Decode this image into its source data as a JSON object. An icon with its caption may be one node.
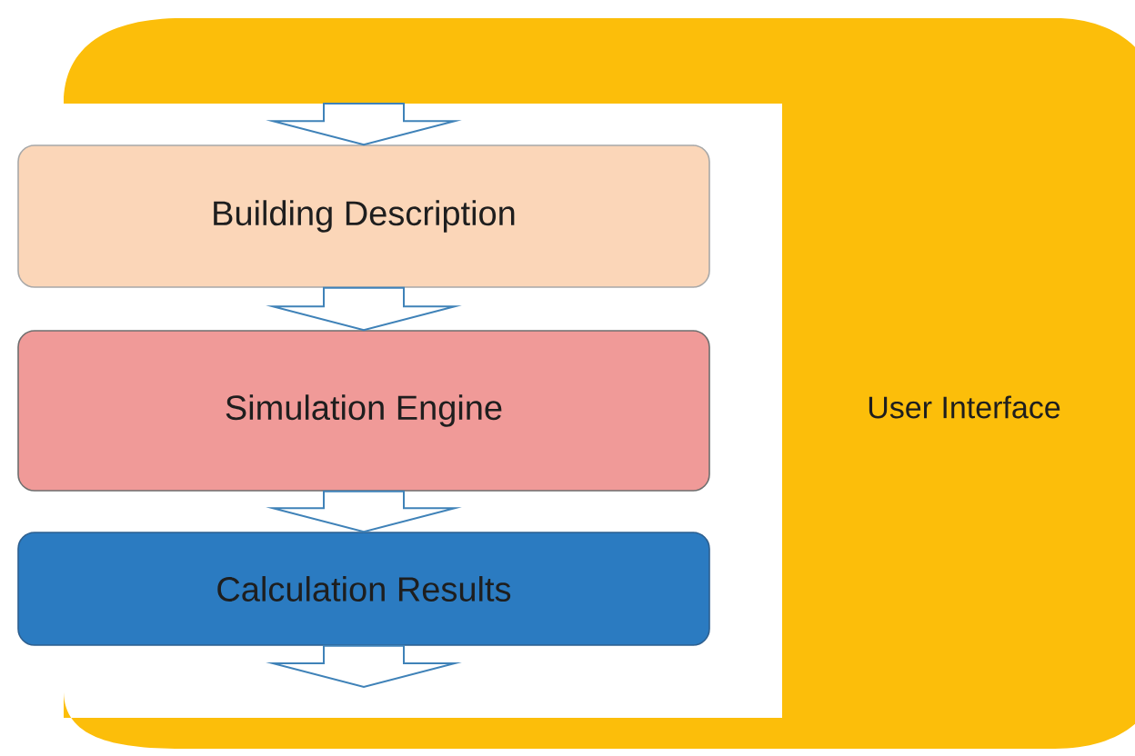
{
  "diagram": {
    "nodes": [
      {
        "text": [
          "User Interface"
        ]
      },
      {
        "text": [
          "Building Description"
        ]
      },
      {
        "text": [
          "Simulation Engine"
        ]
      },
      {
        "text": [
          "Calculation Results"
        ]
      }
    ],
    "edges": [
      {
        "from": null,
        "to": 1,
        "arrow": "to"
      },
      {
        "from": 1,
        "to": 2,
        "arrow": "to"
      },
      {
        "from": 2,
        "to": 3,
        "arrow": "to"
      },
      {
        "from": 3,
        "to": null,
        "arrow": "to"
      }
    ]
  }
}
